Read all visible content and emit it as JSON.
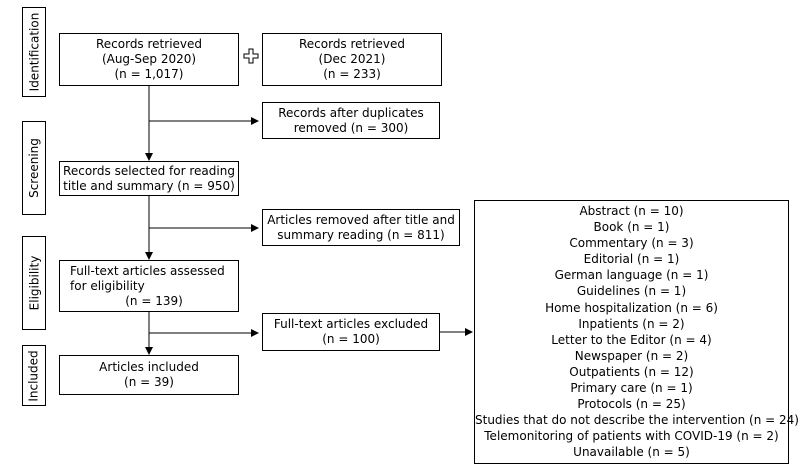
{
  "stages": [
    {
      "id": "identification",
      "label": "Identification"
    },
    {
      "id": "screening",
      "label": "Screening"
    },
    {
      "id": "eligibility",
      "label": "Eligibility"
    },
    {
      "id": "included",
      "label": "Included"
    }
  ],
  "boxes": {
    "retrieved_2020": [
      "Records retrieved",
      "(Aug-Sep 2020)",
      "(n = 1,017)"
    ],
    "retrieved_2021": [
      "Records retrieved",
      "(Dec 2021)",
      "(n = 233)"
    ],
    "duplicates_removed": [
      "Records after duplicates",
      "removed (n = 300)"
    ],
    "selected": [
      "Records selected for reading",
      "title and summary (n = 950)"
    ],
    "removed_title": [
      "Articles removed after title and",
      "summary reading (n = 811)"
    ],
    "assessed": [
      "Full-text articles assessed",
      "for eligibility",
      "(n = 139)"
    ],
    "excluded": [
      "Full-text articles excluded",
      "(n = 100)"
    ],
    "included": [
      "Articles included",
      "(n = 39)"
    ]
  },
  "exclusion_reasons": [
    "Abstract (n = 10)",
    "Book (n = 1)",
    "Commentary (n = 3)",
    "Editorial (n = 1)",
    "German language (n = 1)",
    "Guidelines (n = 1)",
    "Home hospitalization (n = 6)",
    "Inpatients (n = 2)",
    "Letter to the Editor (n = 4)",
    "Newspaper (n = 2)",
    "Outpatients (n = 12)",
    "Primary care (n = 1)",
    "Protocols (n = 25)",
    "Studies that do not describe the intervention (n = 24)",
    "Telemonitoring of patients with COVID-19 (n = 2)",
    "Unavailable (n = 5)"
  ]
}
